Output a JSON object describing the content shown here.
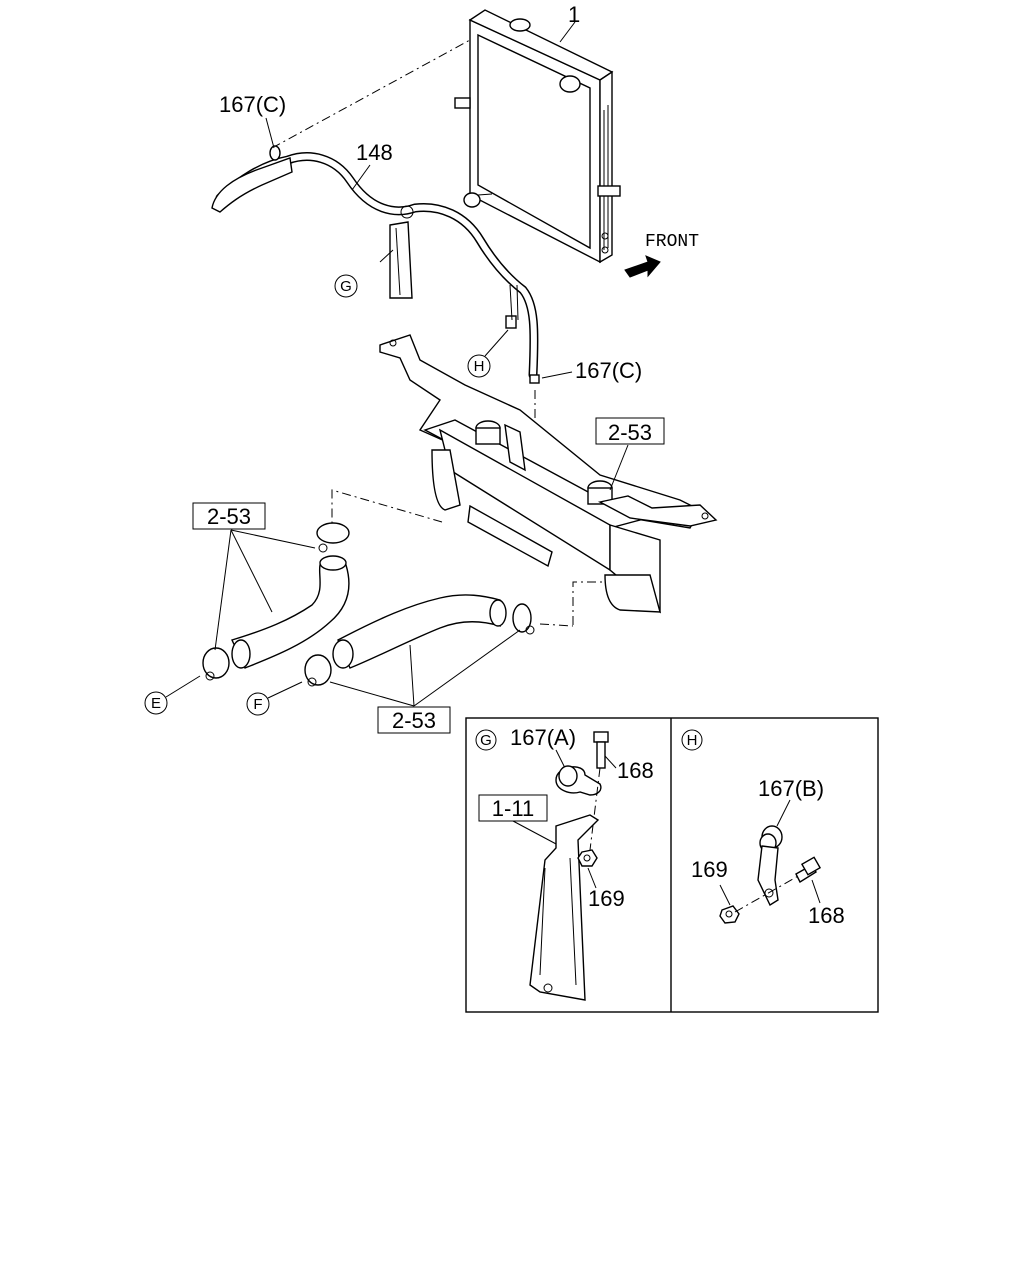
{
  "labels": {
    "radiator": "1",
    "hose_148": "148",
    "clip_167c_top": "167(C)",
    "clip_167c_mid": "167(C)",
    "ref_253_top": "2-53",
    "ref_253_left": "2-53",
    "ref_253_bottom": "2-53",
    "front": "FRONT",
    "callout_g": "G",
    "callout_h": "H",
    "callout_e": "E",
    "callout_f": "F"
  },
  "detail_g": {
    "tag": "G",
    "clamp_167a": "167(A)",
    "bolt_168": "168",
    "nut_169": "169",
    "ref_111": "1-11"
  },
  "detail_h": {
    "tag": "H",
    "clamp_167b": "167(B)",
    "nut_169": "169",
    "bolt_168": "168"
  }
}
